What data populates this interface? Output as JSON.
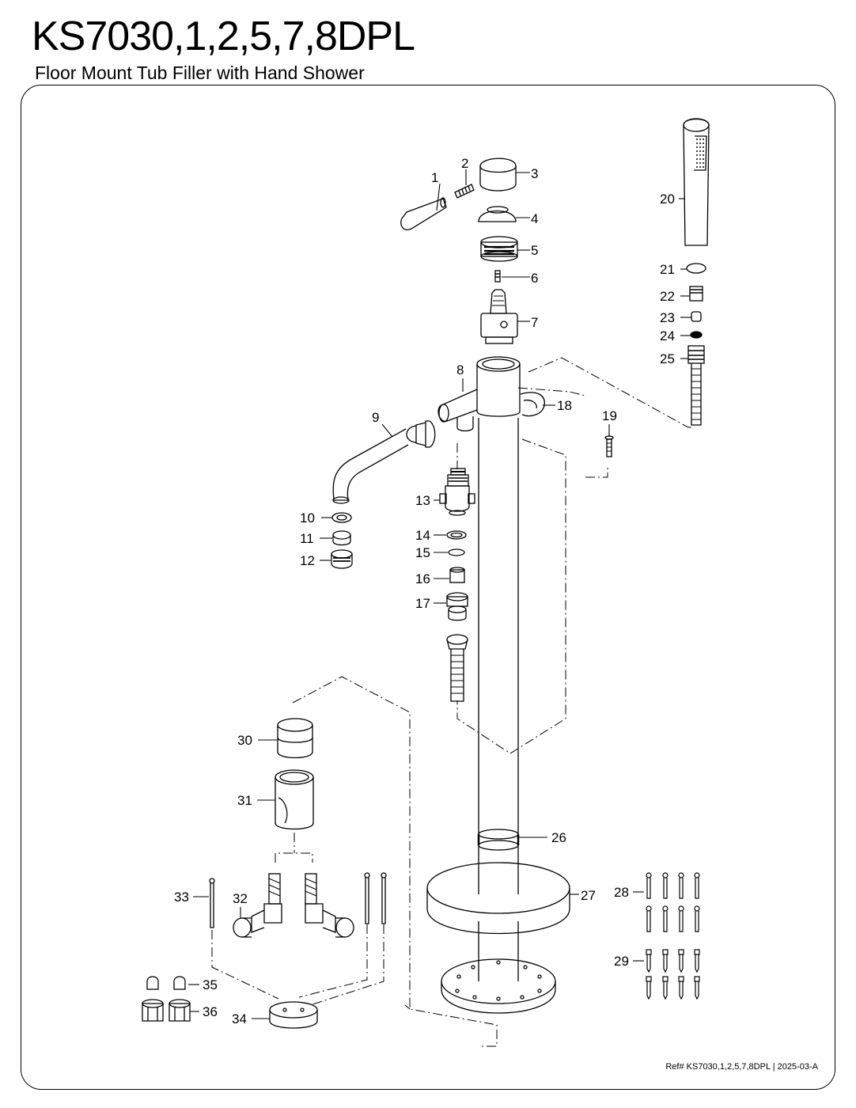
{
  "header": {
    "title": "KS7030,1,2,5,7,8DPL",
    "subtitle": "Floor Mount Tub Filler with Hand Shower"
  },
  "footer": {
    "reference": "Ref# KS7030,1,2,5,7,8DPL | 2025-03-A"
  },
  "callouts": [
    "1",
    "2",
    "3",
    "4",
    "5",
    "6",
    "7",
    "8",
    "9",
    "10",
    "11",
    "12",
    "13",
    "14",
    "15",
    "16",
    "17",
    "18",
    "19",
    "20",
    "21",
    "22",
    "23",
    "24",
    "25",
    "26",
    "27",
    "28",
    "29",
    "30",
    "31",
    "32",
    "33",
    "34",
    "35",
    "36"
  ]
}
